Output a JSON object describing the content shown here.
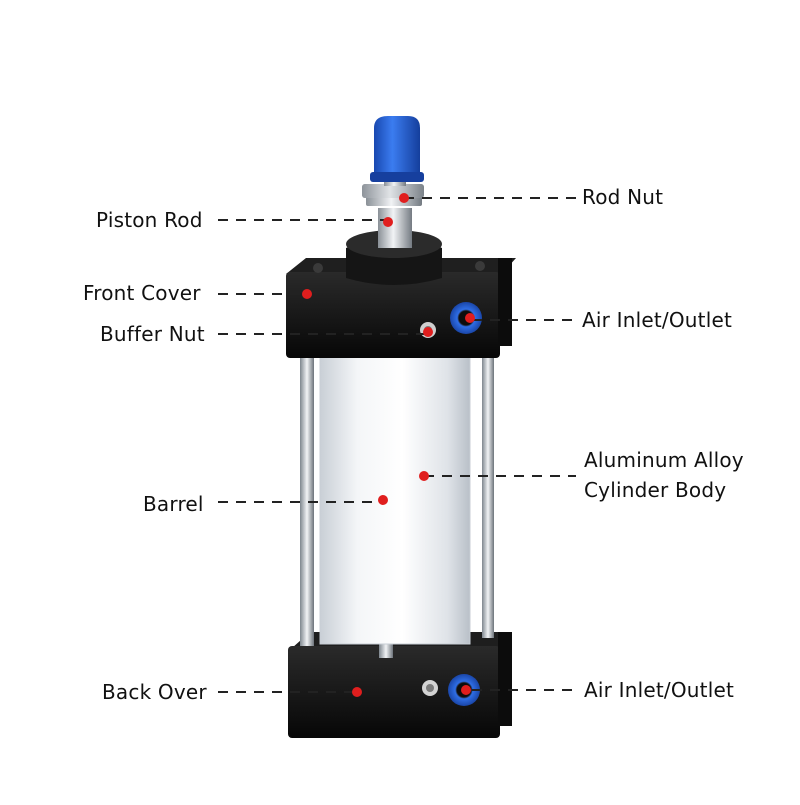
{
  "callouts": {
    "rod_nut": "Rod Nut",
    "piston_rod": "Piston Rod",
    "front_cover": "Front Cover",
    "air_inlet_outlet_top": "Air Inlet/Outlet",
    "buffer_nut": "Buffer Nut",
    "aluminum_alloy_line1": "Aluminum Alloy",
    "aluminum_alloy_line2": "Cylinder Body",
    "barrel": "Barrel",
    "back_over": "Back Over",
    "air_inlet_outlet_bottom": "Air Inlet/Outlet"
  },
  "colors": {
    "marker": "#e01e1e",
    "leader": "#222222",
    "cap_blue": "#1f5fd6",
    "cover_black": "#111111",
    "barrel_silver": "#e9edf2"
  }
}
